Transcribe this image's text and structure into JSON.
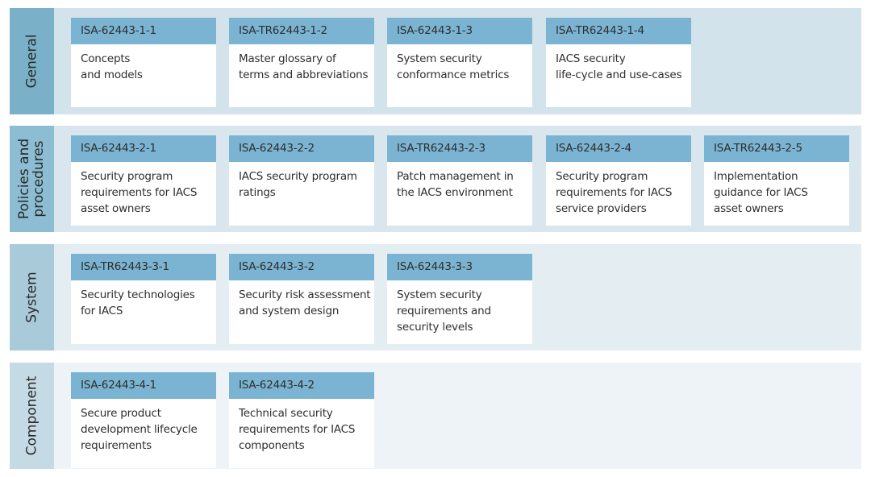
{
  "rows": [
    {
      "label": "General",
      "bg": "#d3e3ec",
      "label_bg": "#7ab1c9",
      "cards": [
        {
          "id": "ISA-62443-1-1",
          "title": "Concepts\nand models"
        },
        {
          "id": "ISA-TR62443-1-2",
          "title": "Master glossary of\nterms and abbreviations"
        },
        {
          "id": "ISA-62443-1-3",
          "title": "System security\nconformance metrics"
        },
        {
          "id": "ISA-TR62443-1-4",
          "title": "IACS security\nlife-cycle and use-cases"
        }
      ]
    },
    {
      "label": "Policies and\nprocedures",
      "bg": "#d9e6ed",
      "label_bg": "#8dbdd2",
      "cards": [
        {
          "id": "ISA-62443-2-1",
          "title": "Security program\nrequirements for IACS\nasset owners"
        },
        {
          "id": "ISA-62443-2-2",
          "title": "IACS security program\nratings"
        },
        {
          "id": "ISA-TR62443-2-3",
          "title": "Patch management in\nthe IACS environment"
        },
        {
          "id": "ISA-62443-2-4",
          "title": "Security program\nrequirements for IACS\nservice providers"
        },
        {
          "id": "ISA-TR62443-2-5",
          "title": "Implementation\nguidance for IACS\nasset owners"
        }
      ]
    },
    {
      "label": "System",
      "bg": "#e3edf2",
      "label_bg": "#a9cad9",
      "cards": [
        {
          "id": "ISA-TR62443-3-1",
          "title": "Security technologies\nfor IACS"
        },
        {
          "id": "ISA-62443-3-2",
          "title": "Security risk assessment\nand system design"
        },
        {
          "id": "ISA-62443-3-3",
          "title": "System security\nrequirements and\nsecurity levels"
        }
      ]
    },
    {
      "label": "Component",
      "bg": "#edf3f6",
      "label_bg": "#c4dbe6",
      "cards": [
        {
          "id": "ISA-62443-4-1",
          "title": "Secure product\ndevelopment lifecycle\nrequirements"
        },
        {
          "id": "ISA-62443-4-2",
          "title": "Technical security\nrequirements for IACS\ncomponents"
        }
      ]
    }
  ]
}
